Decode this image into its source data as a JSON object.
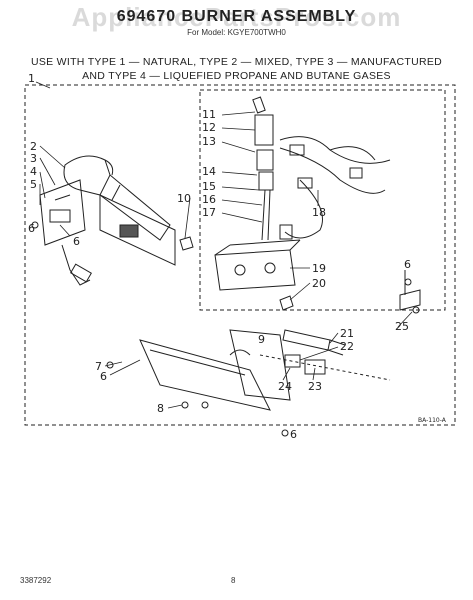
{
  "header": {
    "watermark": "AppliancePartsPros.com",
    "title": "694670 BURNER ASSEMBLY",
    "for_model": "For Model: KGYE700TWH0"
  },
  "use_with": {
    "line1": "USE WITH TYPE 1 — NATURAL, TYPE 2 — MIXED, TYPE 3 — MANUFACTURED",
    "line2": "AND TYPE 4 — LIQUEFIED PROPANE AND BUTANE GASES"
  },
  "callouts": [
    "1",
    "2",
    "3",
    "4",
    "5",
    "6",
    "6",
    "7",
    "6",
    "8",
    "10",
    "11",
    "12",
    "13",
    "14",
    "15",
    "16",
    "17",
    "18",
    "19",
    "20",
    "21",
    "22",
    "23",
    "24",
    "25",
    "6",
    "6",
    "9"
  ],
  "diagram_code": "BA-110-A",
  "footer": {
    "doc_number": "3387292",
    "page_number": "8"
  }
}
